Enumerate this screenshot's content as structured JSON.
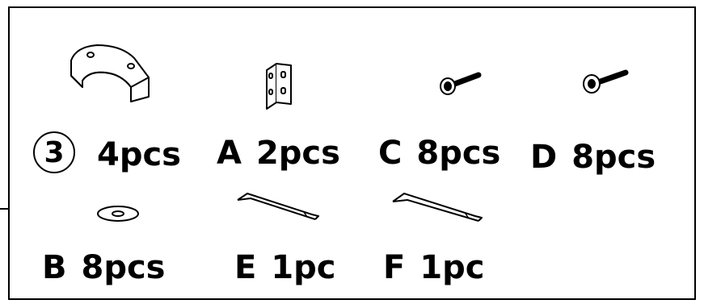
{
  "parts": [
    {
      "id": "3",
      "icon": "curved-spacer-icon",
      "qty": "4pcs"
    },
    {
      "id": "A",
      "icon": "angle-bracket-icon",
      "qty": "2pcs"
    },
    {
      "id": "C",
      "icon": "bolt-icon",
      "qty": "8pcs"
    },
    {
      "id": "D",
      "icon": "bolt-icon",
      "qty": "8pcs"
    },
    {
      "id": "B",
      "icon": "washer-icon",
      "qty": "8pcs"
    },
    {
      "id": "E",
      "icon": "hex-key-icon",
      "qty": "1pc"
    },
    {
      "id": "F",
      "icon": "hex-key-icon",
      "qty": "1pc"
    }
  ]
}
